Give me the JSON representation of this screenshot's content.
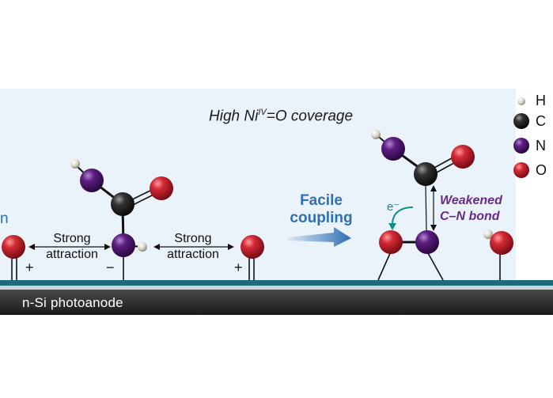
{
  "title": {
    "prefix": "High Ni",
    "superscript": "IV",
    "suffix": "=O coverage"
  },
  "legend": [
    {
      "element": "H",
      "color": "#e8e8e0"
    },
    {
      "element": "C",
      "color": "#2b2b2b"
    },
    {
      "element": "N",
      "color": "#5a1f7a"
    },
    {
      "element": "O",
      "color": "#c4202e"
    }
  ],
  "left_partial_label": "n",
  "interactions": {
    "left": {
      "line1": "Strong",
      "line2": "attraction"
    },
    "right": {
      "line1": "Strong",
      "line2": "attraction"
    }
  },
  "charges": {
    "left_plus": "+",
    "middle_minus": "−",
    "right_plus": "+"
  },
  "arrow_label": {
    "line1": "Facile",
    "line2": "coupling"
  },
  "electron_label": "e⁻",
  "bond_label": {
    "line1": "Weakened",
    "line2": "C–N bond"
  },
  "substrate_label": "n-Si photoanode",
  "colors": {
    "panel_bg": "#eaf2fa",
    "teal_strip": "#1e6a7d",
    "dark_strip": "#2a2a2a",
    "arrow_blue": "#2f6fb3",
    "purple": "#6b2a8a",
    "teal_text": "#0e8a8a"
  }
}
